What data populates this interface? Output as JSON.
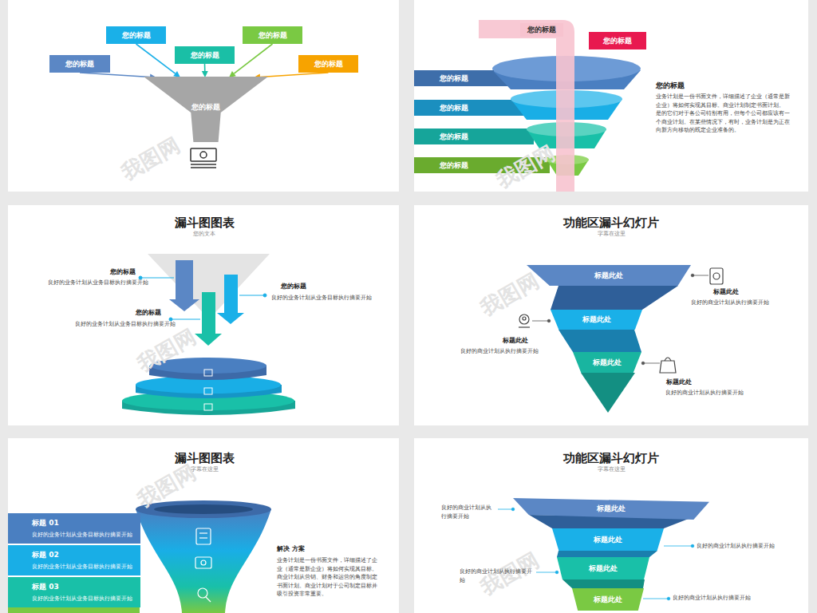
{
  "diagram": {
    "nodes": [
      {
        "text": [
          "您的标题"
        ]
      },
      {
        "text": [
          "您的标题"
        ]
      },
      {
        "text": [
          "您的标题"
        ]
      },
      {
        "text": [
          "您的标题"
        ]
      },
      {
        "text": [
          "您的标题"
        ]
      },
      {
        "text": [
          "您的标题"
        ]
      },
      {
        "text": [
          "您的标题"
        ]
      },
      {
        "text": [
          "您的标题"
        ]
      },
      {
        "text": [
          "您的标题"
        ]
      },
      {
        "text": [
          "您的标题"
        ]
      },
      {
        "text": [
          "您的标题"
        ]
      },
      {
        "text": [
          "您的标题"
        ]
      },
      {
        "text": [
          "标题此处"
        ]
      },
      {
        "text": [
          "标题此处"
        ]
      },
      {
        "text": [
          "标题此处"
        ]
      },
      {
        "text": [
          "标题 01",
          "良好的业务计划从业务目标执行摘要开始"
        ]
      },
      {
        "text": [
          "标题 02",
          "良好的业务计划从业务目标执行摘要开始"
        ]
      },
      {
        "text": [
          "标题 03",
          "良好的业务计划从业务目标执行摘要开始"
        ]
      },
      {
        "text": [
          "标题此处"
        ]
      },
      {
        "text": [
          "标题此处"
        ]
      },
      {
        "text": [
          "标题此处"
        ]
      },
      {
        "text": [
          "标题此处"
        ]
      }
    ],
    "edges": [
      {
        "from": 0,
        "to": 5,
        "arrow": "to"
      },
      {
        "from": 1,
        "to": 5,
        "arrow": "to"
      },
      {
        "from": 2,
        "to": 5,
        "arrow": "to"
      },
      {
        "from": 3,
        "to": 5,
        "arrow": "to"
      },
      {
        "from": 4,
        "to": 5,
        "arrow": "to"
      }
    ],
    "labels": [
      "您的标题",
      "业务计划是一份书面文件，详细描述了企业（通常是新企业）将如何实现其目标。商业计划制定书面计划。 是的它们对于各公司特别有用，但每个公司都应该有一个商业计划。在某些情况下，有时，业务计划是为正在向新方向移动的既定企业准备的。",
      "漏斗图图表",
      "您的文本",
      "您的标题",
      "良好的业务计划从业务目标执行摘要开始",
      "您的标题",
      "良好的业务计划从业务目标执行摘要开始",
      "您的标题",
      "良好的业务计划从业务目标执行摘要开始",
      "功能区漏斗幻灯片",
      "字幕在这里",
      "标题此处",
      "良好的商业计划从执行摘要开始",
      "标题此处",
      "良好的商业计划从执行摘要开始",
      "标题此处",
      "良好的商业计划从执行摘要开始",
      "漏斗图图表",
      "字幕在这里",
      "解决 方案",
      "业务计划是一份书面文件，详细描述了企业（通常是新企业）将如何实现其目标。商业计划从营销、财务和运营的角度制定书面计划。商业计划对于公司制定目标并吸引投资非常重要。",
      "功能区漏斗幻灯片",
      "字幕在这里",
      "良好的商业计划从执行摘要开始",
      "良好的商业计划从执行摘要开始",
      "良好的商业计划从执行摘要开始",
      "良好的商业计划从执行摘要开始",
      "我图网",
      "我图网",
      "我图网",
      "我图网",
      "我图网",
      "我图网"
    ]
  }
}
